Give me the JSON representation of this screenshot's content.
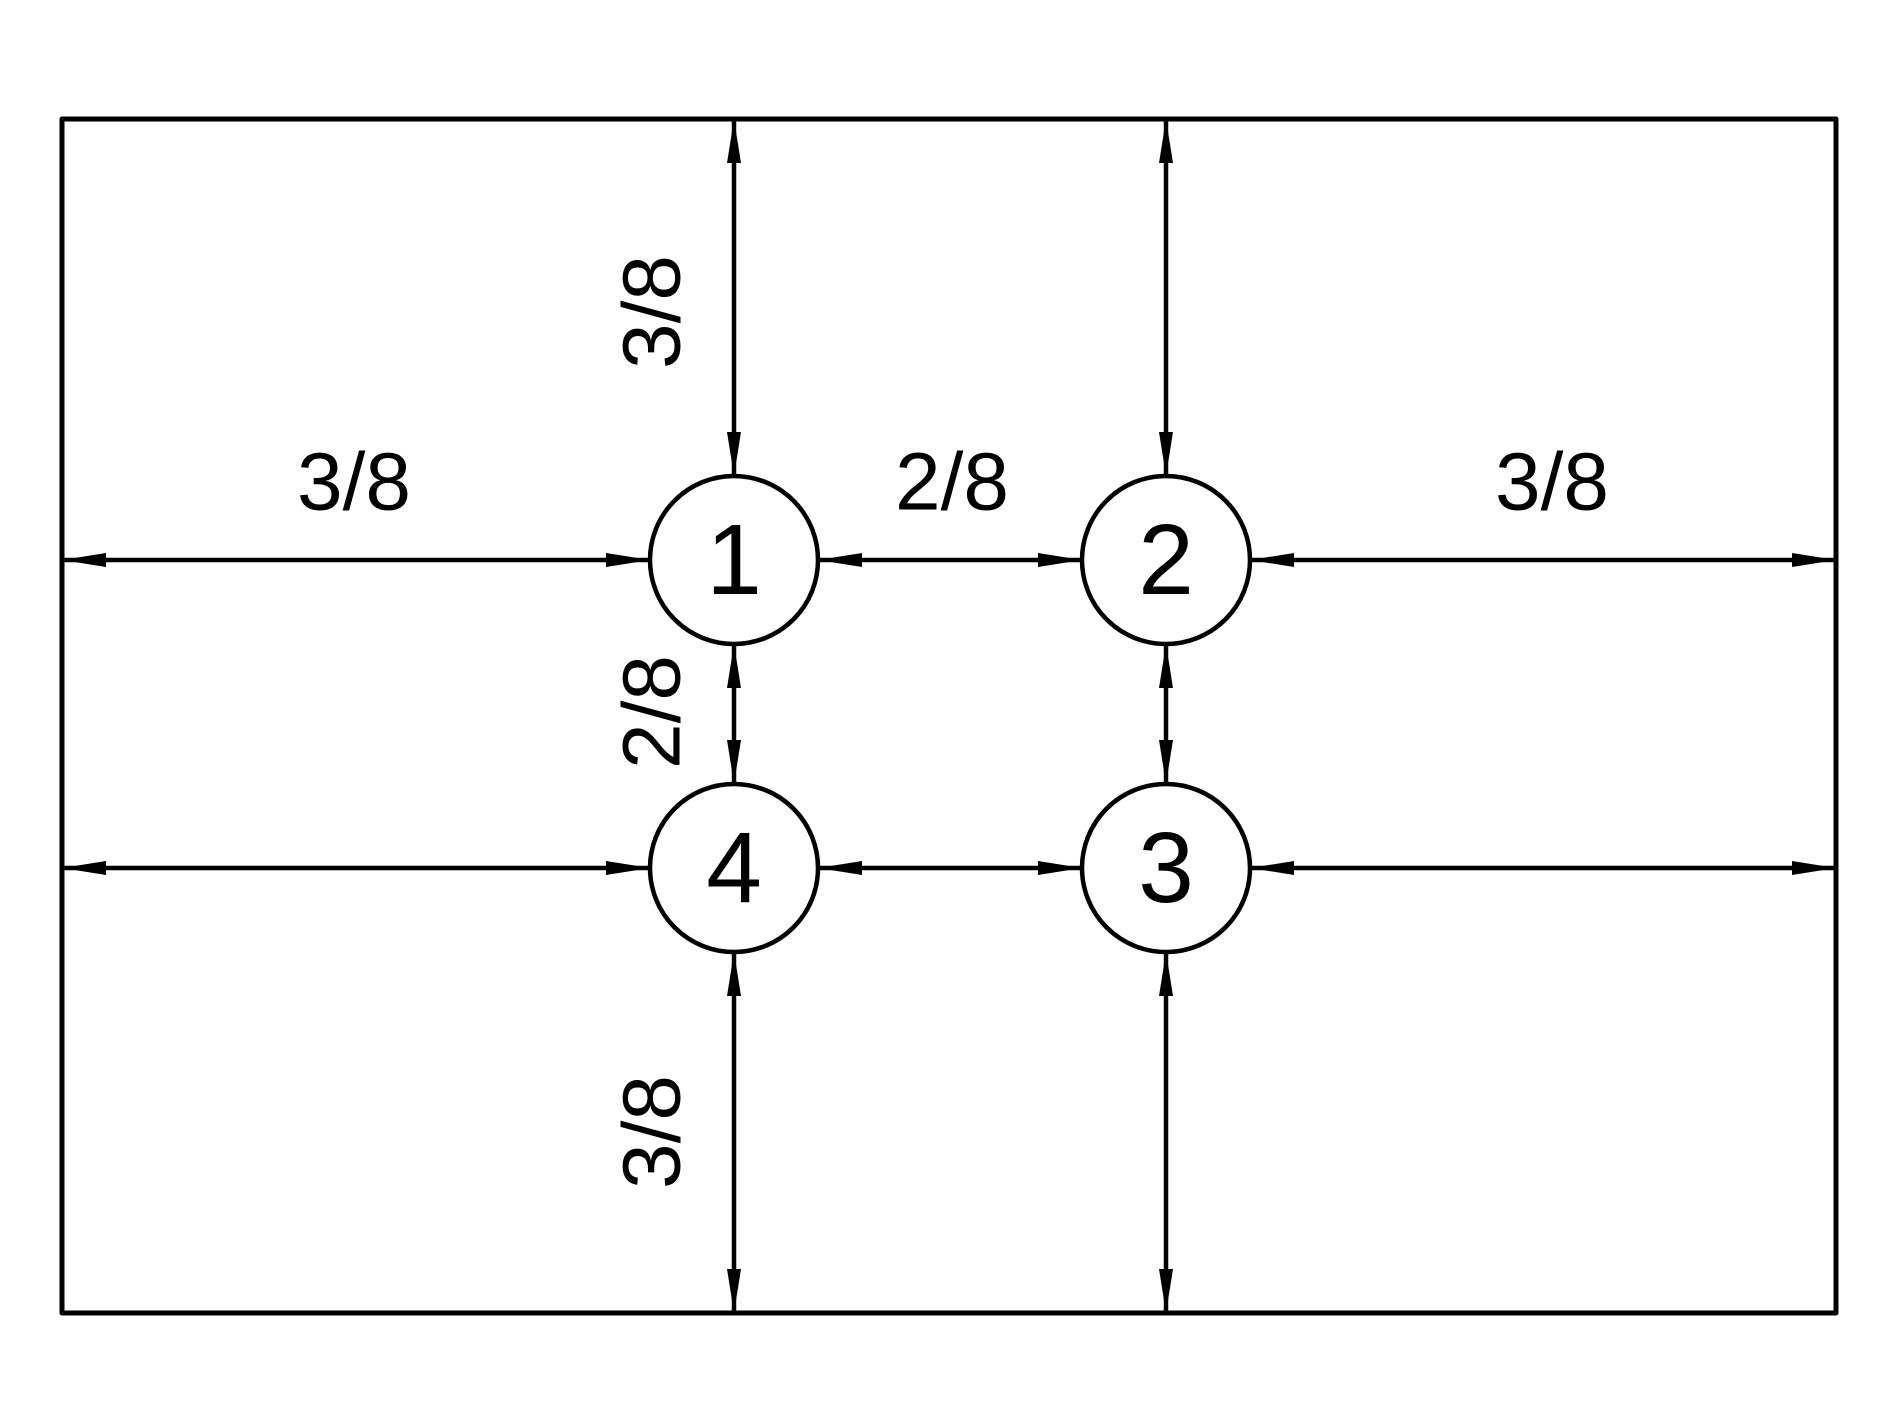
{
  "diagram": {
    "nodes": [
      {
        "id": "1",
        "label": "1"
      },
      {
        "id": "2",
        "label": "2"
      },
      {
        "id": "3",
        "label": "3"
      },
      {
        "id": "4",
        "label": "4"
      }
    ],
    "dimensions": {
      "top_left_h": "3/8",
      "top_middle_h": "2/8",
      "top_right_h": "3/8",
      "upper_v": "3/8",
      "middle_v": "2/8",
      "lower_v": "3/8"
    },
    "colors": {
      "line": "#000000",
      "background": "#ffffff"
    }
  }
}
